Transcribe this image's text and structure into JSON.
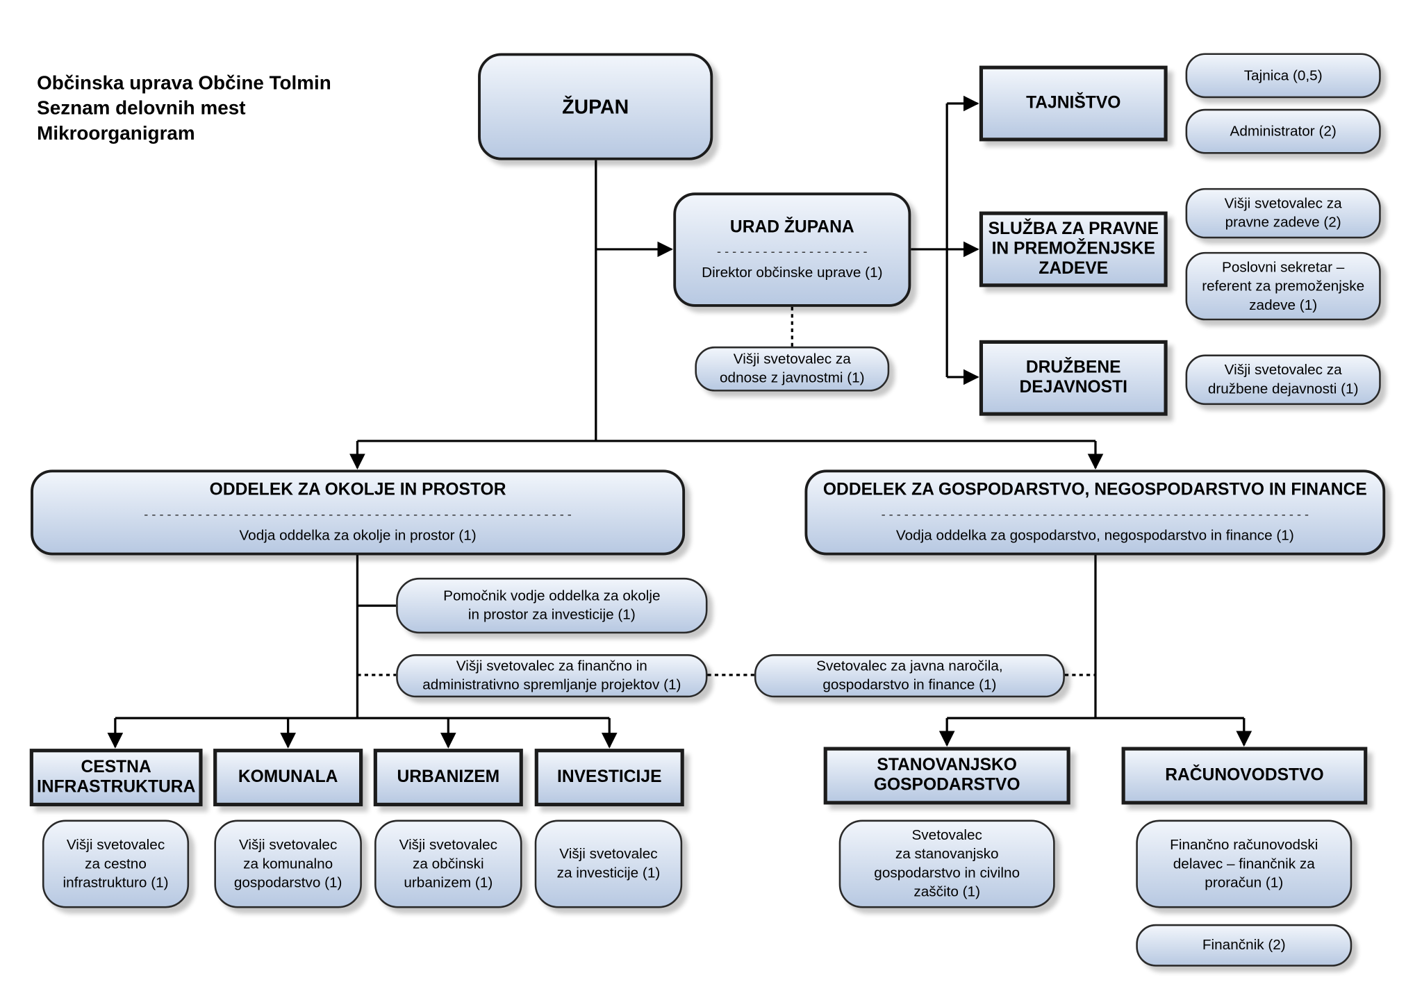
{
  "header": {
    "line1": "Občinska uprava Občine Tolmin",
    "line2": "Seznam delovnih mest",
    "line3": "Mikroorganigram"
  },
  "zupan": "ŽUPAN",
  "urad": {
    "title": "URAD ŽUPANA",
    "position": "Direktor občinske uprave (1)",
    "advisor": "Višji svetovalec za\nodnose z javnostmi (1)"
  },
  "units_right": {
    "tajnistvo": {
      "title": "TAJNIŠTVO",
      "staff": [
        "Tajnica (0,5)",
        "Administrator (2)"
      ]
    },
    "pravne": {
      "title": "SLUŽBA ZA PRAVNE\nIN PREMOŽENJSKE\nZADEVE",
      "staff": [
        "Višji svetovalec za\npravne zadeve (2)",
        "Poslovni sekretar –\nreferent za premoženjske\nzadeve (1)"
      ]
    },
    "druzbene": {
      "title": "DRUŽBENE\nDEJAVNOSTI",
      "staff": [
        "Višji svetovalec za\ndružbene dejavnosti (1)"
      ]
    }
  },
  "oddelek_okolje": {
    "title": "ODDELEK ZA OKOLJE IN PROSTOR",
    "head": "Vodja oddelka za okolje in prostor (1)",
    "assistant": "Pomočnik vodje oddelka za okolje\nin prostor za investicije (1)",
    "shared": "Višji svetovalec za finančno in\nadministrativno spremljanje projektov (1)",
    "sections": [
      {
        "title": "CESTNA\nINFRASTRUKTURA",
        "staff": "Višji svetovalec\nza cestno\ninfrastrukturo (1)"
      },
      {
        "title": "KOMUNALA",
        "staff": "Višji svetovalec\nza komunalno\ngospodarstvo (1)"
      },
      {
        "title": "URBANIZEM",
        "staff": "Višji svetovalec\nza občinski\nurbanizem (1)"
      },
      {
        "title": "INVESTICIJE",
        "staff": "Višji svetovalec\nza investicije (1)"
      }
    ]
  },
  "oddelek_gosp": {
    "title": "ODDELEK ZA GOSPODARSTVO, NEGOSPODARSTVO IN FINANCE",
    "head": "Vodja oddelka za gospodarstvo, negospodarstvo in finance (1)",
    "shared": "Svetovalec za javna naročila,\ngospodarstvo in finance (1)",
    "sections": [
      {
        "title": "STANOVANJSKO\nGOSPODARSTVO",
        "staff": [
          "Svetovalec\nza stanovanjsko\ngospodarstvo in civilno\nzaščito (1)"
        ]
      },
      {
        "title": "RAČUNOVODSTVO",
        "staff": [
          "Finančno računovodski\ndelavec – finančnik za\nproračun (1)",
          "Finančnik (2)"
        ]
      }
    ]
  },
  "colors": {
    "box_top": "#f1f5fb",
    "box_bottom": "#b8c9e2",
    "line": "#000000"
  }
}
